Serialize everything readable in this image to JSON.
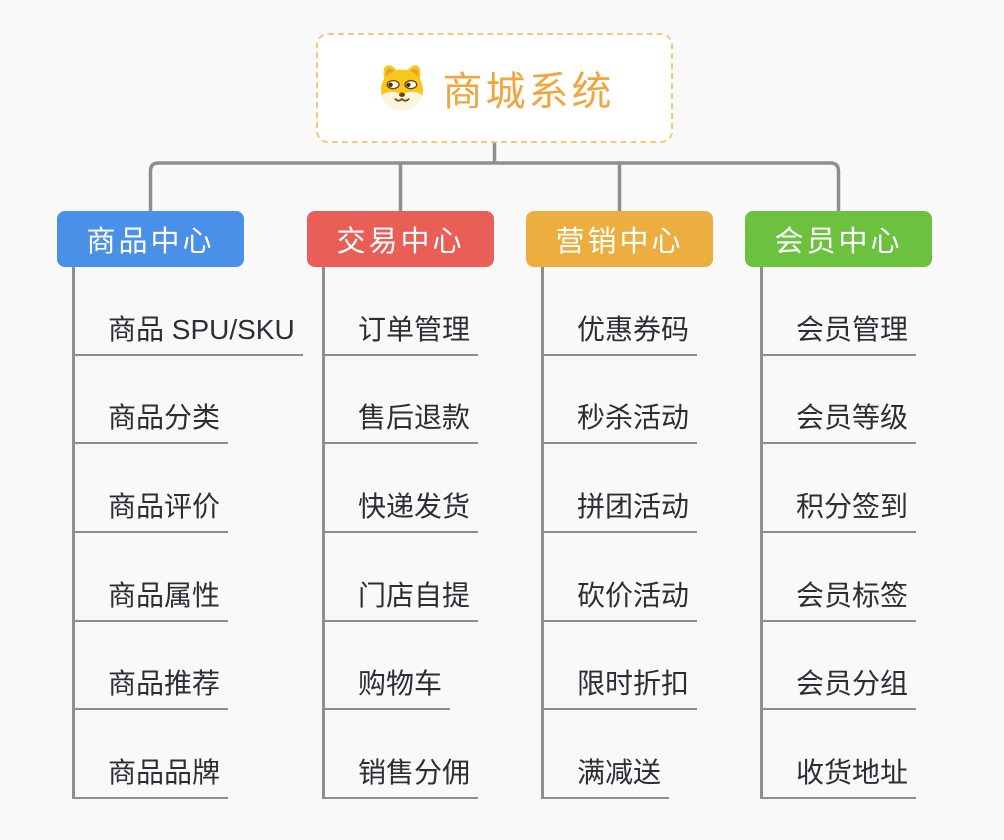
{
  "canvas": {
    "background": "#f9f9f9",
    "connector_color": "#8f8f8f"
  },
  "root": {
    "title": "商城系统",
    "icon": "dog-face-icon",
    "text_color": "#f0a63e",
    "border_color": "#f2c879"
  },
  "branches": [
    {
      "label": "商品中心",
      "color": "#4a90e8",
      "items": [
        "商品 SPU/SKU",
        "商品分类",
        "商品评价",
        "商品属性",
        "商品推荐",
        "商品品牌"
      ]
    },
    {
      "label": "交易中心",
      "color": "#e95f58",
      "items": [
        "订单管理",
        "售后退款",
        "快递发货",
        "门店自提",
        "购物车",
        "销售分佣"
      ]
    },
    {
      "label": "营销中心",
      "color": "#ecaf3f",
      "items": [
        "优惠券码",
        "秒杀活动",
        "拼团活动",
        "砍价活动",
        "限时折扣",
        "满减送"
      ]
    },
    {
      "label": "会员中心",
      "color": "#6cc13f",
      "items": [
        "会员管理",
        "会员等级",
        "积分签到",
        "会员标签",
        "会员分组",
        "收货地址"
      ]
    }
  ]
}
